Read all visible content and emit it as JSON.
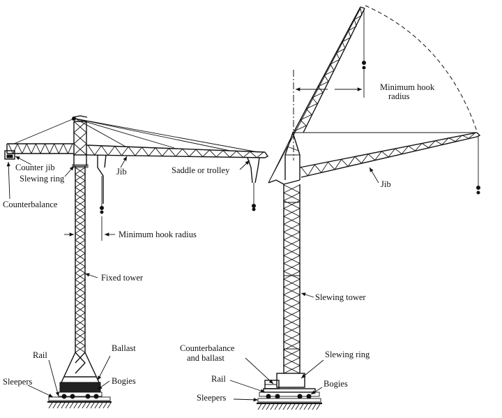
{
  "labels": {
    "counter_jib": "Counter jib",
    "slewing_ring_left": "Slewing ring",
    "counterbalance": "Counterbalance",
    "jib_left": "Jib",
    "saddle_trolley": "Saddle or trolley",
    "min_hook_radius_left": "Minimum hook radius",
    "fixed_tower": "Fixed tower",
    "rail_left": "Rail",
    "ballast": "Ballast",
    "sleepers_left": "Sleepers",
    "bogies_left": "Bogies",
    "min_hook_radius_right_1": "Minimum hook",
    "min_hook_radius_right_2": "radius",
    "jib_right": "Jib",
    "slewing_tower": "Slewing tower",
    "counterbalance_ballast_1": "Counterbalance",
    "counterbalance_ballast_2": "and ballast",
    "slewing_ring_right": "Slewing ring",
    "rail_right": "Rail",
    "bogies_right": "Bogies",
    "sleepers_right": "Sleepers"
  }
}
